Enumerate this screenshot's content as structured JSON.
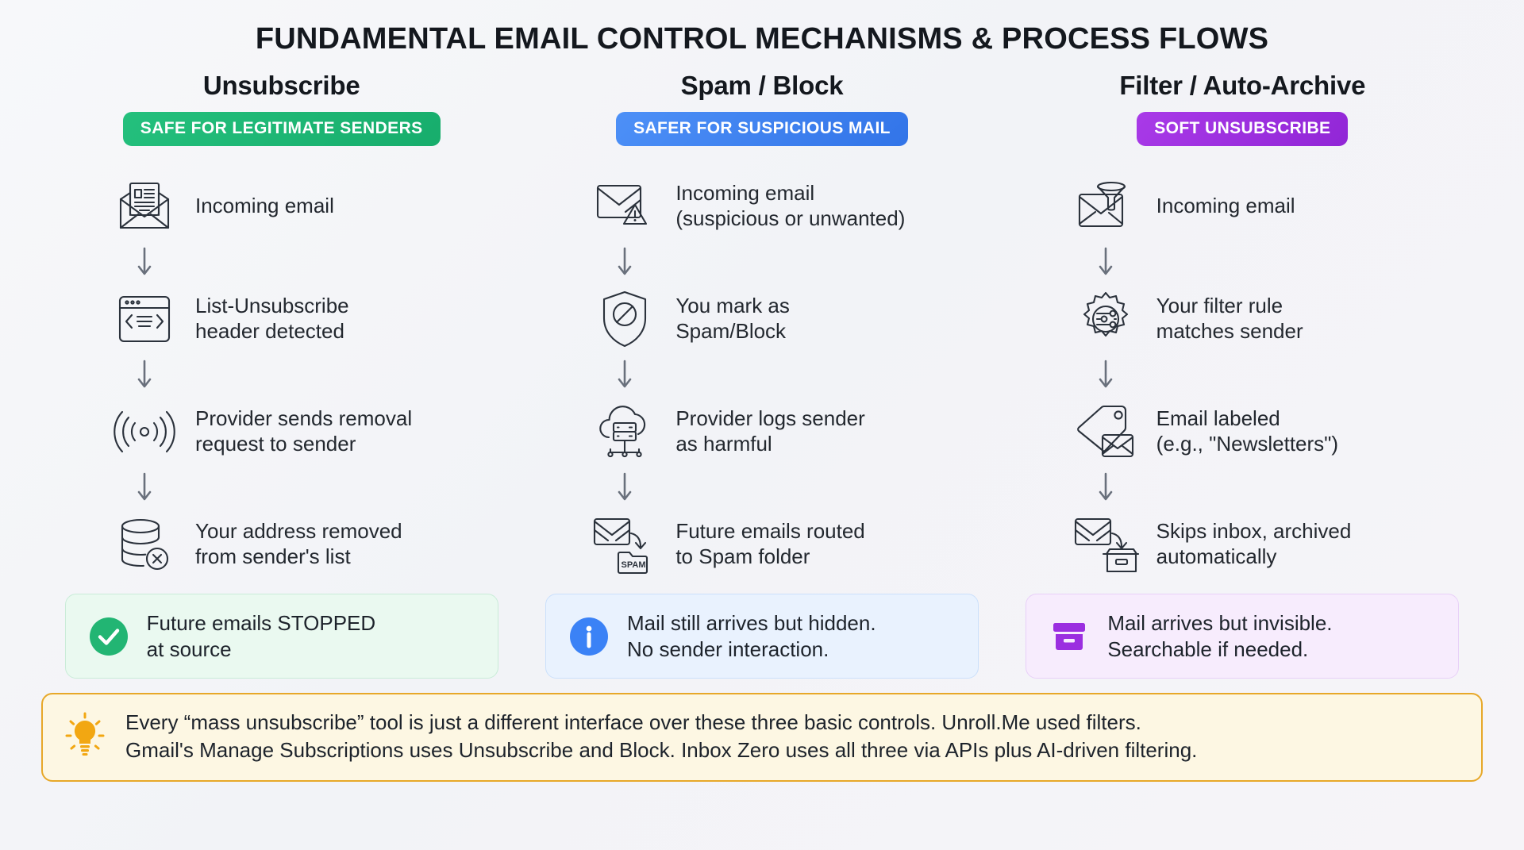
{
  "title": "FUNDAMENTAL EMAIL CONTROL MECHANISMS & PROCESS FLOWS",
  "colors": {
    "green": "#22b573",
    "blue": "#3b82f6",
    "purple": "#9b2ee0",
    "footer_border": "#e7a829",
    "icon_stroke": "#2b323c",
    "arrow": "#69707c",
    "background": "#f5f6f8"
  },
  "columns": [
    {
      "title": "Unsubscribe",
      "badge": "SAFE FOR LEGITIMATE SENDERS",
      "badge_color": "#22b573",
      "steps": [
        {
          "icon": "envelope-newsletter-icon",
          "text": "Incoming email"
        },
        {
          "icon": "code-window-icon",
          "text": "List-Unsubscribe\nheader detected"
        },
        {
          "icon": "broadcast-signal-icon",
          "text": "Provider sends removal\nrequest to sender"
        },
        {
          "icon": "database-remove-icon",
          "text": "Your address removed\nfrom sender's list"
        }
      ],
      "outcome": {
        "icon": "check-circle-icon",
        "text": "Future emails STOPPED\nat source"
      }
    },
    {
      "title": "Spam / Block",
      "badge": "SAFER FOR SUSPICIOUS MAIL",
      "badge_color": "#3b82f6",
      "steps": [
        {
          "icon": "envelope-warning-icon",
          "text": "Incoming email\n(suspicious or unwanted)"
        },
        {
          "icon": "shield-block-icon",
          "text": "You mark as\nSpam/Block"
        },
        {
          "icon": "cloud-server-icon",
          "text": "Provider logs sender\nas harmful"
        },
        {
          "icon": "envelope-to-spam-folder-icon",
          "text": "Future emails routed\nto Spam folder"
        }
      ],
      "outcome": {
        "icon": "info-circle-icon",
        "text": "Mail still arrives but hidden.\nNo sender interaction."
      }
    },
    {
      "title": "Filter / Auto-Archive",
      "badge": "SOFT UNSUBSCRIBE",
      "badge_color": "#9b2ee0",
      "steps": [
        {
          "icon": "envelope-funnel-icon",
          "text": "Incoming email"
        },
        {
          "icon": "gear-sliders-icon",
          "text": "Your filter rule\nmatches sender"
        },
        {
          "icon": "tag-envelope-icon",
          "text": "Email labeled\n(e.g., \"Newsletters\")"
        },
        {
          "icon": "envelope-to-archive-icon",
          "text": "Skips inbox, archived\nautomatically"
        }
      ],
      "outcome": {
        "icon": "archive-box-icon",
        "text": "Mail arrives but invisible.\nSearchable if needed."
      }
    }
  ],
  "footer": {
    "icon": "lightbulb-icon",
    "text": "Every “mass unsubscribe” tool is just a different interface over these three basic controls. Unroll.Me used filters.\nGmail's Manage Subscriptions uses Unsubscribe and Block. Inbox Zero uses all three via APIs plus AI-driven filtering."
  },
  "spam_folder_label": "SPAM"
}
